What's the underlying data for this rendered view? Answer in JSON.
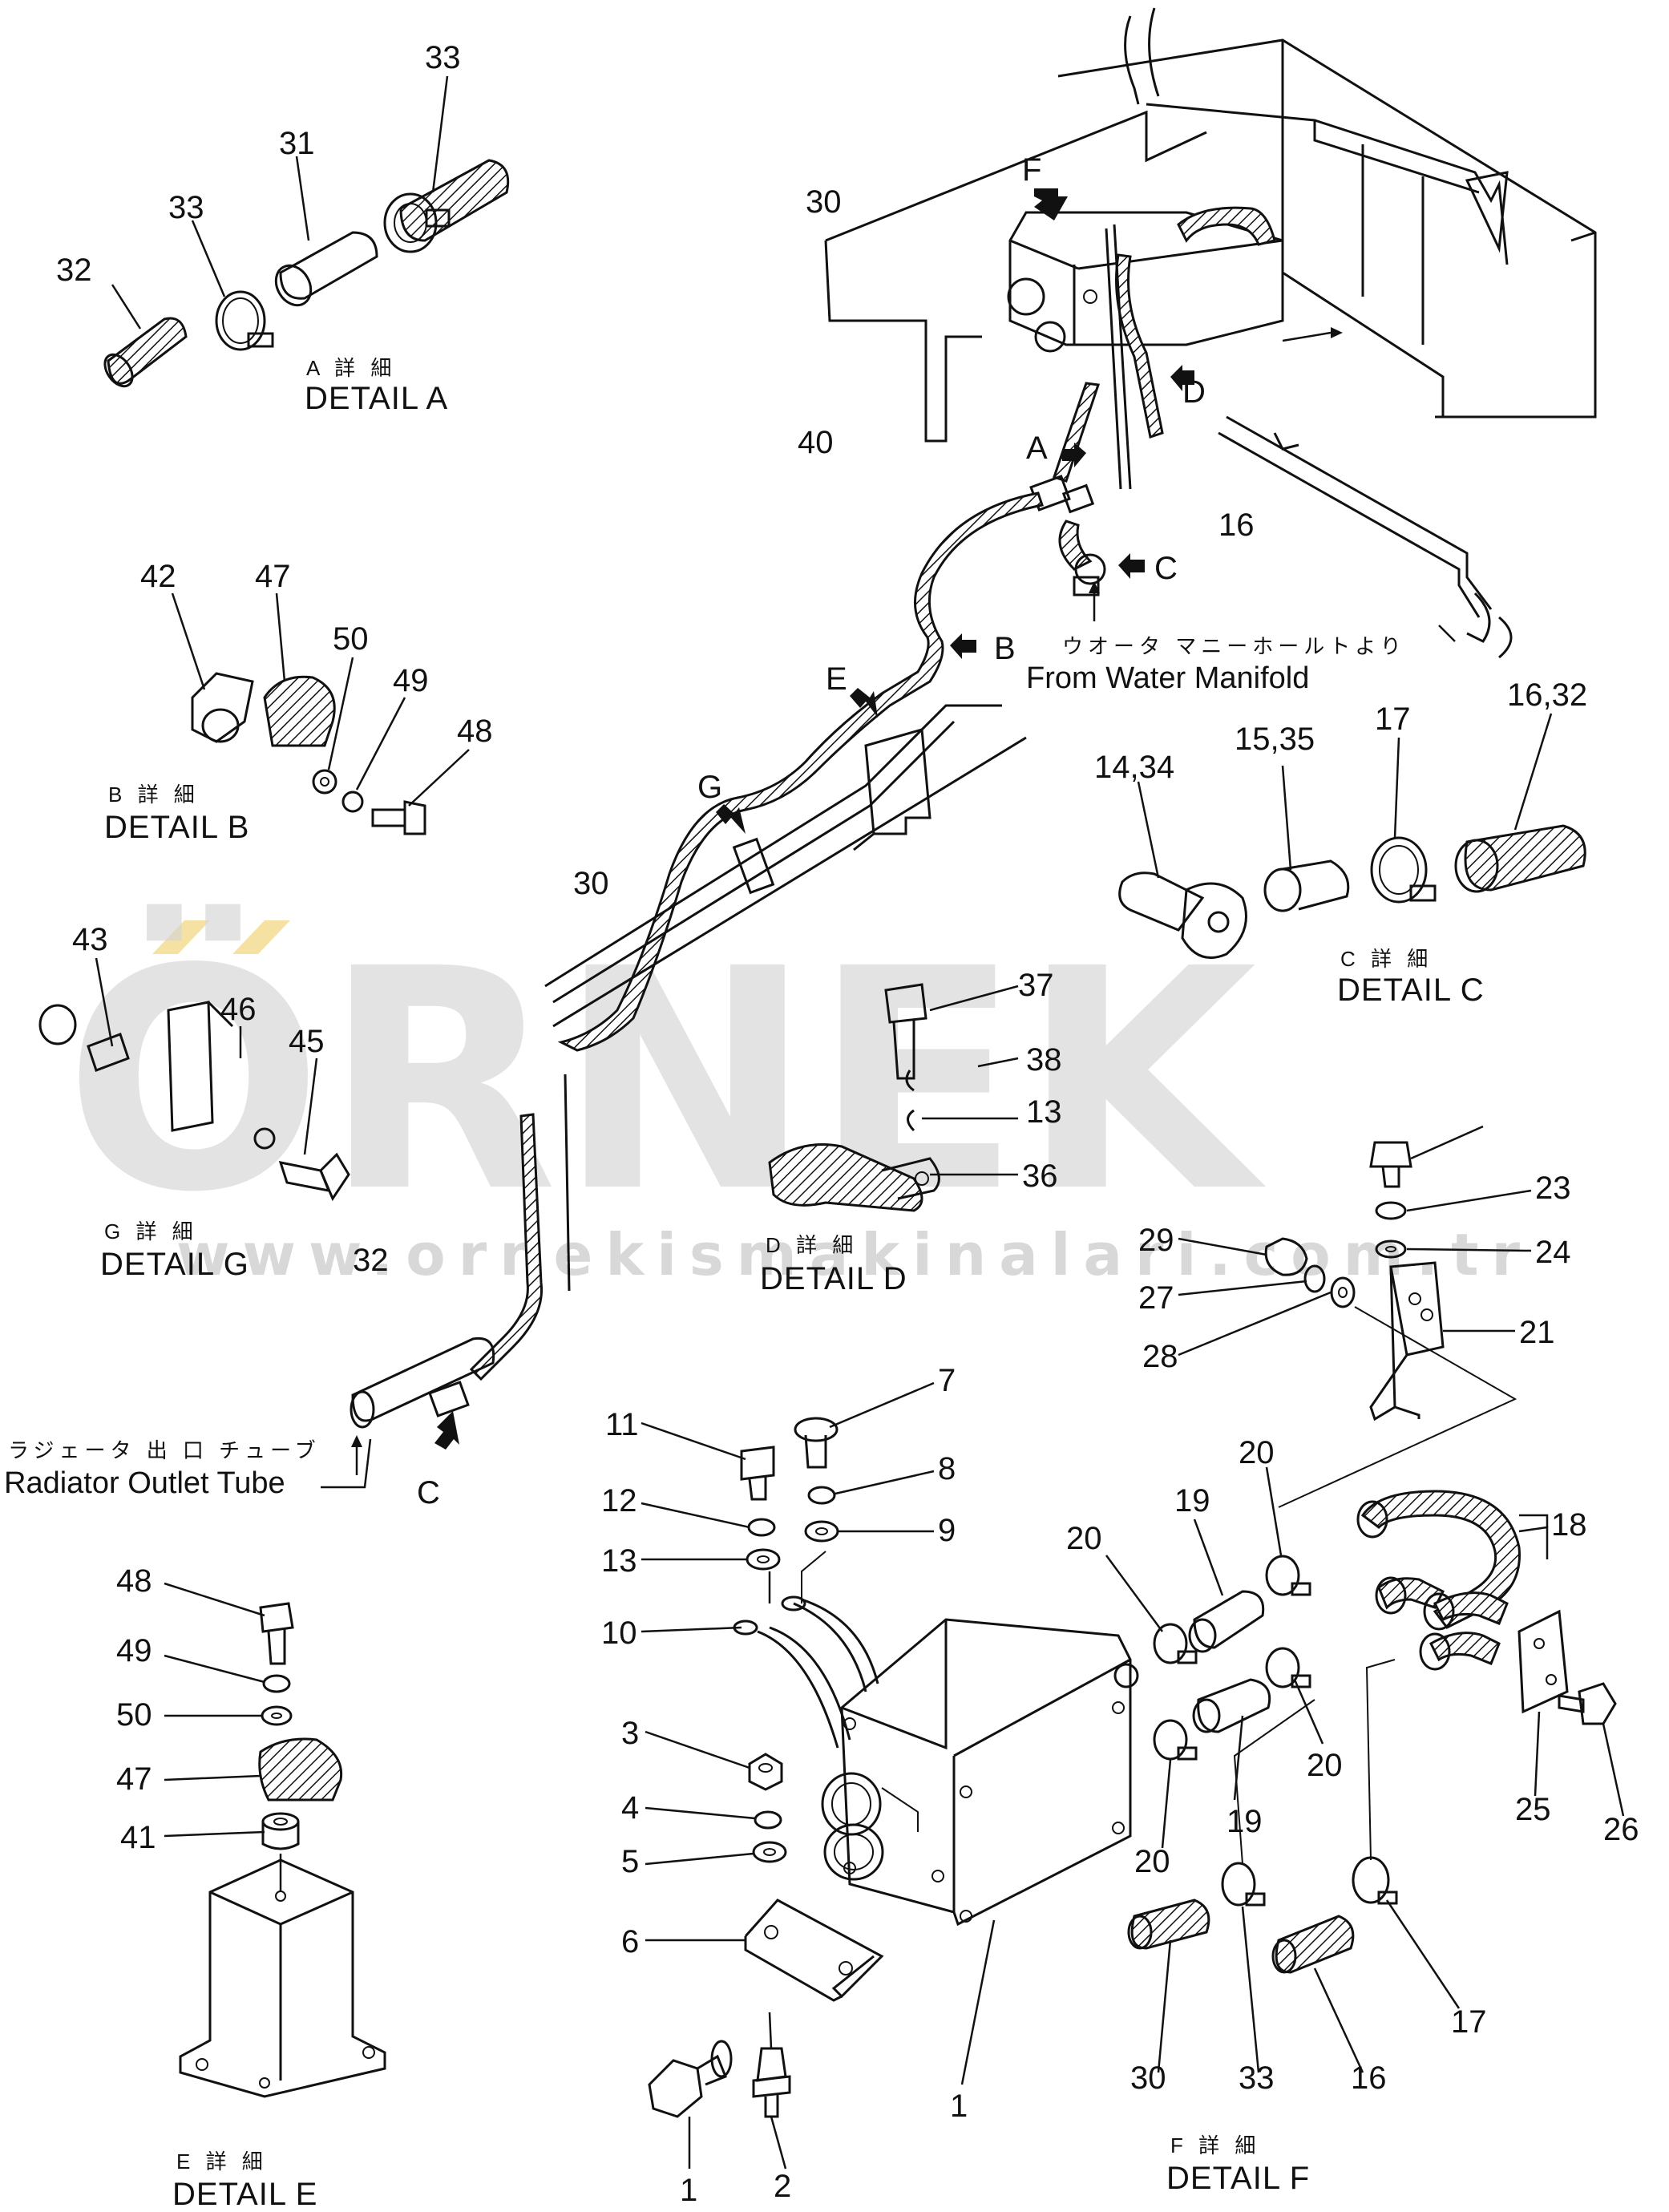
{
  "watermark": {
    "brand": "ÖRNEK",
    "url": "www.ornekismakinalari.com.tr"
  },
  "details": [
    {
      "id": "A",
      "jp": "A 詳 細",
      "en": "DETAIL A"
    },
    {
      "id": "B",
      "jp": "B 詳 細",
      "en": "DETAIL B"
    },
    {
      "id": "C",
      "jp": "C 詳 細",
      "en": "DETAIL C"
    },
    {
      "id": "D",
      "jp": "D 詳 細",
      "en": "DETAIL D"
    },
    {
      "id": "E",
      "jp": "E 詳 細",
      "en": "DETAIL E"
    },
    {
      "id": "F",
      "jp": "F 詳 細",
      "en": "DETAIL F"
    },
    {
      "id": "G",
      "jp": "G 詳 細",
      "en": "DETAIL G"
    }
  ],
  "notes": {
    "water_manifold_jp": "ウオータ マニーホールトより",
    "water_manifold_en": "From Water Manifold",
    "radiator_jp": "ラジェータ 出 口 チューブ",
    "radiator_en": "Radiator Outlet Tube"
  },
  "view_arrows": [
    "F",
    "D",
    "A",
    "C",
    "B",
    "E",
    "G",
    "C"
  ],
  "part_numbers": [
    "33",
    "31",
    "33",
    "32",
    "30",
    "40",
    "16",
    "42",
    "47",
    "50",
    "49",
    "48",
    "43",
    "46",
    "45",
    "30",
    "32",
    "37",
    "38",
    "13",
    "36",
    "14,34",
    "15,35",
    "17",
    "16,32",
    "23",
    "24",
    "29",
    "27",
    "21",
    "28",
    "7",
    "11",
    "8",
    "12",
    "9",
    "13",
    "10",
    "3",
    "4",
    "5",
    "6",
    "1",
    "2",
    "19",
    "20",
    "20",
    "20",
    "19",
    "20",
    "18",
    "25",
    "26",
    "30",
    "33",
    "16",
    "17",
    "48",
    "49",
    "50",
    "47",
    "41",
    "1"
  ]
}
